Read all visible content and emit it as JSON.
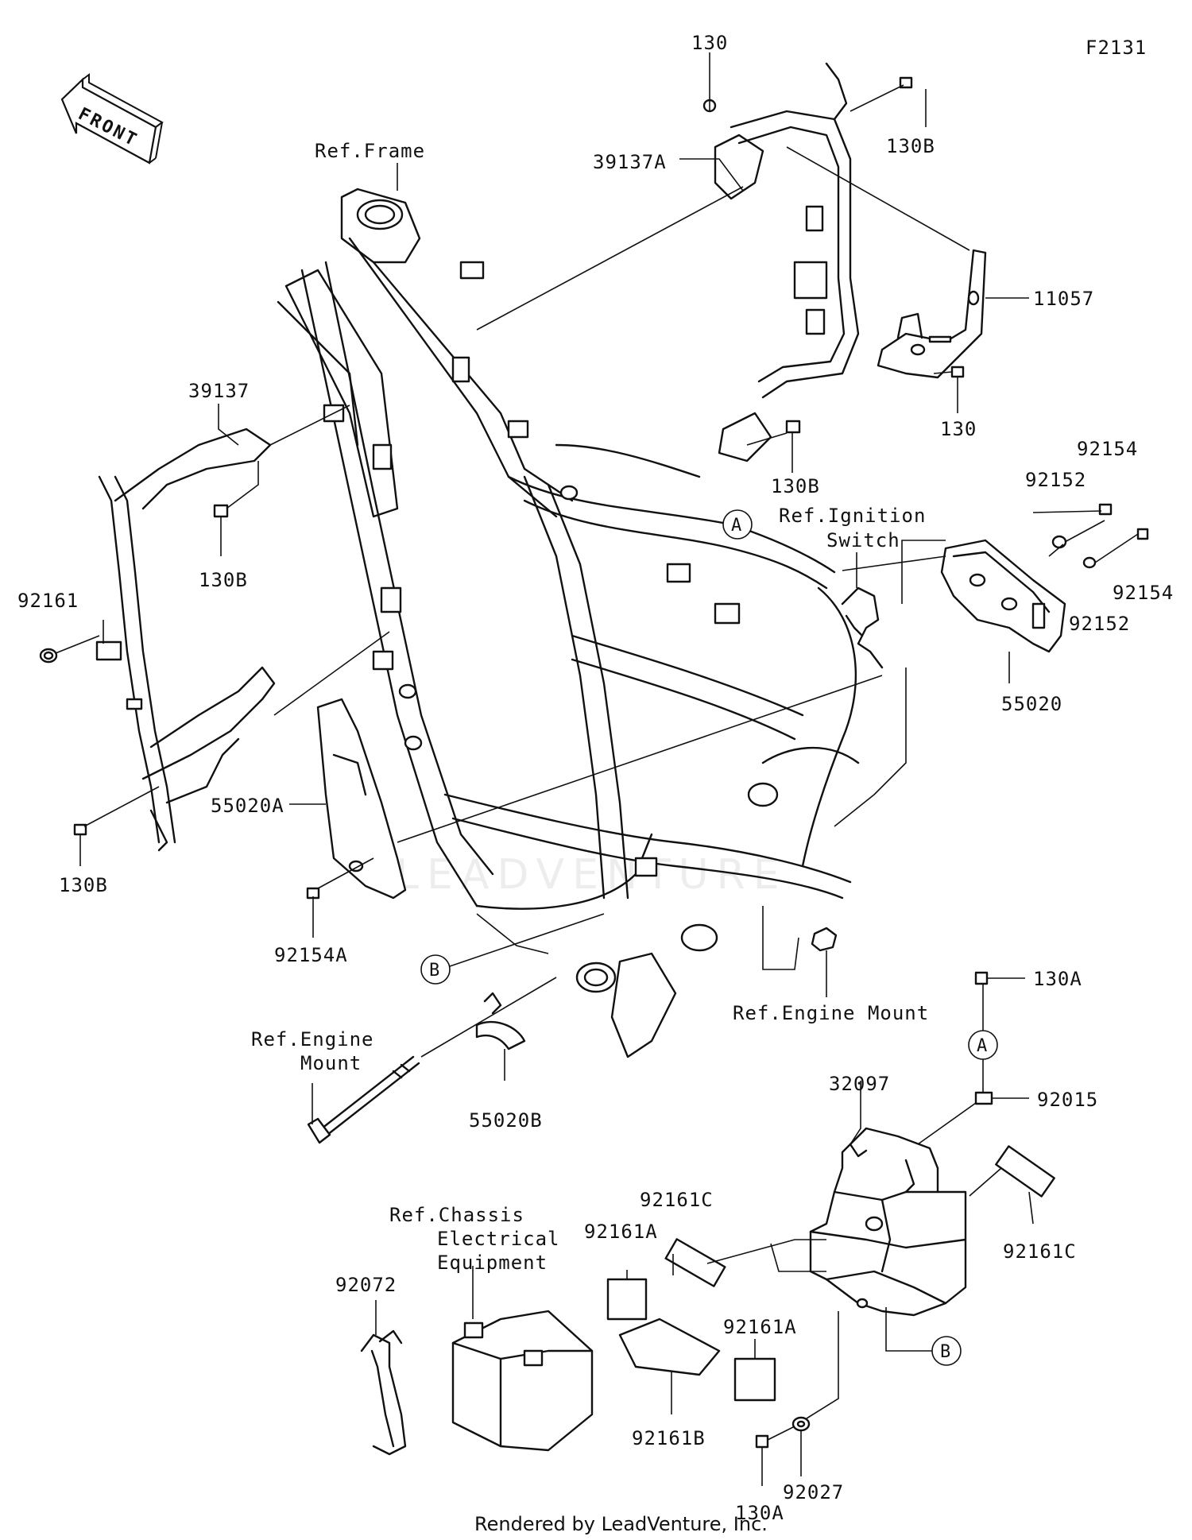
{
  "diagram_id": "F2131",
  "front_arrow": {
    "text": "FRONT",
    "icon": "front-arrow-icon"
  },
  "watermark": "LEADVENTURE",
  "footer": "Rendered by LeadVenture, Inc.",
  "labels": {
    "ref_frame": "Ref.Frame",
    "ref_ignition_1": "Ref.Ignition",
    "ref_ignition_2": "Switch",
    "ref_engine_mount_right": "Ref.Engine Mount",
    "ref_engine_mount_left_1": "Ref.Engine",
    "ref_engine_mount_left_2": "Mount",
    "ref_chassis_1": "Ref.Chassis",
    "ref_chassis_2": "Electrical",
    "ref_chassis_3": "Equipment",
    "p130_top": "130",
    "p130b_top": "130B",
    "p39137a": "39137A",
    "p11057": "11057",
    "p130_right": "130",
    "p130b_mid": "130B",
    "p39137": "39137",
    "p130b_left": "130B",
    "p92161": "92161",
    "p130b_bottom": "130B",
    "p55020a": "55020A",
    "p92154a": "92154A",
    "p92154_top": "92154",
    "p92152_top": "92152",
    "p92154_right": "92154",
    "p92152_right": "92152",
    "p55020": "55020",
    "p130a_top": "130A",
    "p32097": "32097",
    "p92015": "92015",
    "p55020b": "55020B",
    "p92161c_left": "92161C",
    "p92161a_left": "92161A",
    "p92161c_right": "92161C",
    "p92072": "92072",
    "p92161a_mid": "92161A",
    "p92161b": "92161B",
    "p92027": "92027",
    "p130a_bottom": "130A",
    "callout_a": "A",
    "callout_b": "B"
  }
}
